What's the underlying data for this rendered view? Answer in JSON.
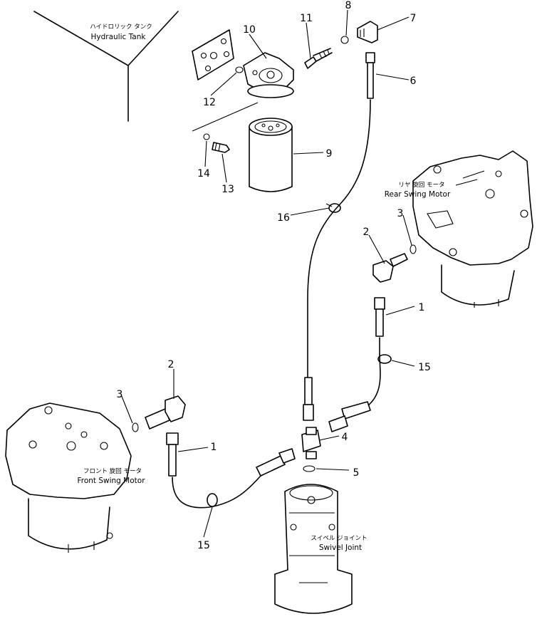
{
  "labels": {
    "hydraulic_tank_jp": "ハイドロリック タンク",
    "hydraulic_tank_en": "Hydraulic Tank",
    "rear_swing_motor_jp": "リヤ 旋回 モータ",
    "rear_swing_motor_en": "Rear Swing Motor",
    "front_swing_motor_jp": "フロント 旋回 モータ",
    "front_swing_motor_en": "Front Swing Motor",
    "swivel_joint_jp": "スイベル ジョイント",
    "swivel_joint_en": "Swivel Joint"
  },
  "callouts": {
    "n1a": "1",
    "n1b": "1",
    "n2a": "2",
    "n2b": "2",
    "n3a": "3",
    "n3b": "3",
    "n4": "4",
    "n5": "5",
    "n6": "6",
    "n7": "7",
    "n8": "8",
    "n9": "9",
    "n10": "10",
    "n11": "11",
    "n12": "12",
    "n13": "13",
    "n14": "14",
    "n15a": "15",
    "n15b": "15",
    "n16": "16"
  }
}
